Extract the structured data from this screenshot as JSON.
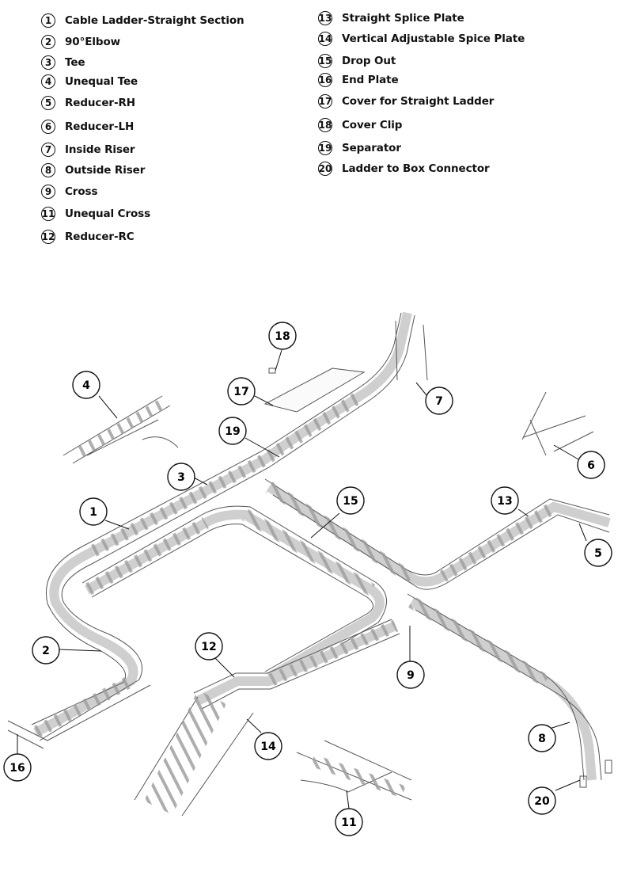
{
  "legend_left": [
    {
      "num": "1",
      "label": "Cable Ladder-Straight Section"
    },
    {
      "num": "2",
      "label": "90°Elbow"
    },
    {
      "num": "3",
      "label": "Tee"
    },
    {
      "num": "4",
      "label": "Unequal Tee"
    },
    {
      "num": "5",
      "label": "Reducer-RH"
    },
    {
      "num": "6",
      "label": "Reducer-LH"
    },
    {
      "num": "7",
      "label": "Inside Riser"
    },
    {
      "num": "8",
      "label": "Outside Riser"
    },
    {
      "num": "9",
      "label": "Cross"
    },
    {
      "num": "11",
      "label": "Unequal  Cross"
    },
    {
      "num": "12",
      "label": "Reducer-RC"
    }
  ],
  "legend_right": [
    {
      "num": "13",
      "label": "Straight Splice Plate"
    },
    {
      "num": "14",
      "label": "Vertical Adjustable Spice Plate"
    },
    {
      "num": "15",
      "label": "Drop Out"
    },
    {
      "num": "16",
      "label": "End Plate"
    },
    {
      "num": "17",
      "label": "Cover for Straight Ladder"
    },
    {
      "num": "18",
      "label": "Cover Clip"
    },
    {
      "num": "19",
      "label": "Separator"
    },
    {
      "num": "20",
      "label": "Ladder to Box Connector"
    }
  ],
  "callouts": [
    "1",
    "2",
    "3",
    "4",
    "5",
    "6",
    "7",
    "8",
    "9",
    "11",
    "12",
    "13",
    "14",
    "15",
    "16",
    "17",
    "18",
    "19",
    "20"
  ]
}
